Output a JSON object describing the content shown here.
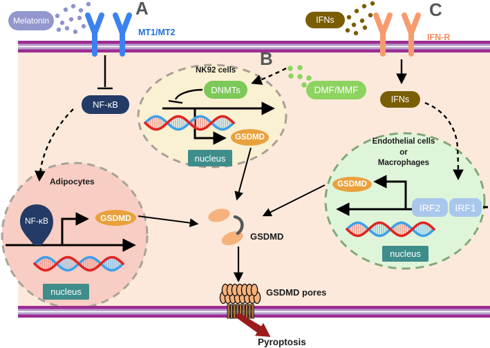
{
  "panel_labels": {
    "a": "A",
    "b": "B",
    "c": "C"
  },
  "extracellular": {
    "melatonin": "Melatonin",
    "mt_receptor": "MT1/MT2",
    "ifns": "IFNs",
    "ifn_receptor": "IFN-R"
  },
  "cytoplasm": {
    "nfkb": "NF-κB",
    "dmf_mmf": "DMF/MMF",
    "ifns": "IFNs",
    "gsdmd": "GSDMD",
    "gsdmd_pores": "GSDMD pores",
    "pyroptosis": "Pyroptosis"
  },
  "nk92_cell": {
    "title": "NK92 cells",
    "dnmts": "DNMTs",
    "gsdmd": "GSDMD",
    "nucleus": "nucleus"
  },
  "adipocyte_cell": {
    "title": "Adipocytes",
    "nfkb": "NF-κB",
    "gsdmd": "GSDMD",
    "nucleus": "nucleus"
  },
  "endothelial_cell": {
    "title_line1": "Endothelial cells",
    "title_line2": "or",
    "title_line3": "Macrophages",
    "gsdmd": "GSDMD",
    "irf2": "IRF2",
    "irf1": "IRF1",
    "nucleus": "nucleus"
  },
  "colors": {
    "membrane_dark": "#9B2D92",
    "membrane_light": "#B79FCC",
    "cytoplasm": "#FCE9DC",
    "melatonin": "#9397CE",
    "purple_dot": "#8E93CE",
    "receptor_blue": "#3B82F0",
    "mt_label": "#1E70D6",
    "panel_gray": "#55565A",
    "navy": "#233B66",
    "adipocyte_fill": "#F8CDC3",
    "adipocyte_stroke": "#A8A29A",
    "nk92_fill": "#FAF0D2",
    "nk92_stroke": "#A89F94",
    "green_cell_fill": "#DFF5DA",
    "green_cell_stroke": "#82A878",
    "pill_green": "#7CC95A",
    "dmf_green": "#8CD45F",
    "gsdmd_orange": "#E9A13B",
    "nucleus_teal": "#3E8D8A",
    "ifns_brown": "#7A5E06",
    "receptor_orange": "#F79B6E",
    "ifnr_label": "#F68C5F",
    "irf_blue": "#A9C7ED",
    "dna_red": "#E02420",
    "dna_blue": "#3FA0E8",
    "dna_rung_red": "#F09C94",
    "dna_rung_blue": "#8FC6EE",
    "blob_peach": "#F5B27D",
    "pore_brown": "#B5823E",
    "red_arrow": "#9B1B1B",
    "arc_gray": "#555555"
  }
}
